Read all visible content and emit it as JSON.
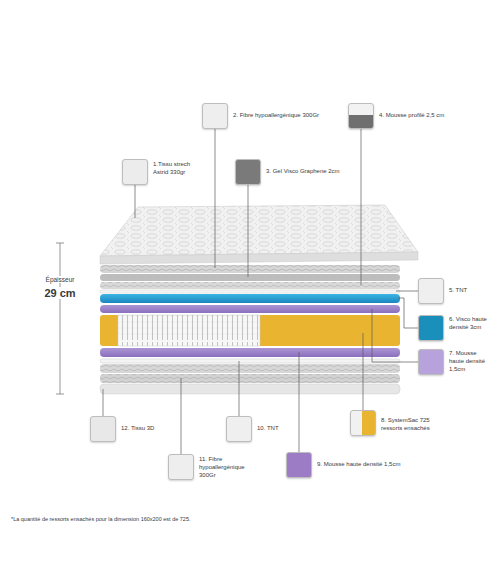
{
  "diagram": {
    "nodes": [
      {
        "text": [
          "1.Tissu strech Astrid 330gr"
        ]
      },
      {
        "text": [
          "2. Fibre hypoallergénique 300Gr"
        ]
      },
      {
        "text": [
          "3. Gel Visco Graphene 2cm"
        ]
      },
      {
        "text": [
          "4. Mousse profilé 2,5 cm"
        ]
      },
      {
        "text": [
          "5. TNT"
        ]
      },
      {
        "text": [
          "6. Visco haute densité 3cm"
        ]
      },
      {
        "text": [
          "7. Mousse haute densité 1,5cm"
        ]
      },
      {
        "text": [
          "8. SystemSac 725 ressorts ensachés"
        ]
      },
      {
        "text": [
          "9. Mousse haute densité 1,5cm"
        ]
      },
      {
        "text": [
          "10. TNT"
        ]
      },
      {
        "text": [
          "11. Fibre hypoallergénique 300Gr"
        ]
      },
      {
        "text": [
          "12. Tissu 3D"
        ]
      }
    ],
    "labels": [
      "Épaisseur",
      "29 cm",
      "*La quantité de ressorts ensachés pour la dimension 160x200 est de 725."
    ]
  }
}
